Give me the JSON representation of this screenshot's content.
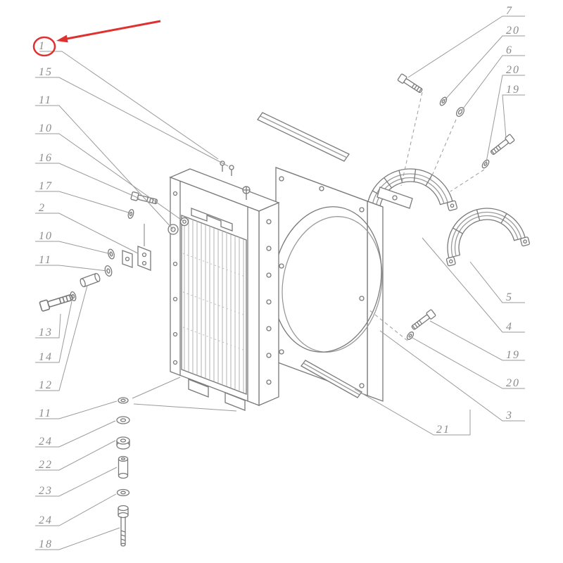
{
  "figure": {
    "background": "#ffffff",
    "line_color": "#7a7a7a",
    "label_color": "#8b8b8b",
    "highlight_color": "#e03131"
  },
  "callouts": {
    "left": [
      {
        "label": "1"
      },
      {
        "label": "15"
      },
      {
        "label": "11"
      },
      {
        "label": "10"
      },
      {
        "label": "16"
      },
      {
        "label": "17"
      },
      {
        "label": "2"
      },
      {
        "label": "10"
      },
      {
        "label": "11"
      },
      {
        "label": "13"
      },
      {
        "label": "14"
      },
      {
        "label": "12"
      },
      {
        "label": "11"
      },
      {
        "label": "24"
      },
      {
        "label": "22"
      },
      {
        "label": "23"
      },
      {
        "label": "24"
      },
      {
        "label": "18"
      }
    ],
    "right": [
      {
        "label": "7"
      },
      {
        "label": "20"
      },
      {
        "label": "6"
      },
      {
        "label": "20"
      },
      {
        "label": "19"
      },
      {
        "label": "5"
      },
      {
        "label": "4"
      },
      {
        "label": "19"
      },
      {
        "label": "20"
      },
      {
        "label": "3"
      },
      {
        "label": "21"
      }
    ]
  }
}
